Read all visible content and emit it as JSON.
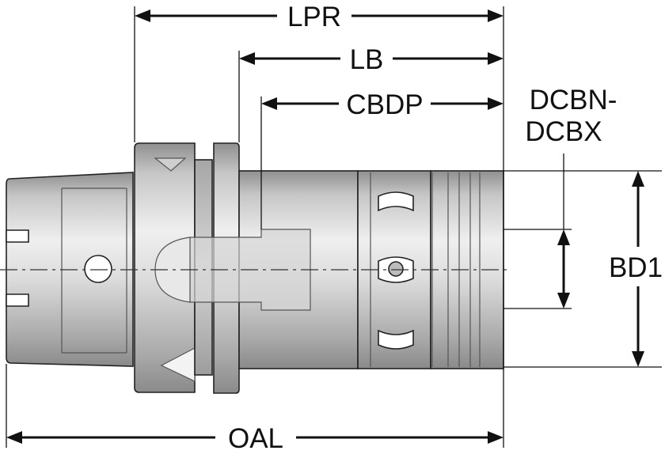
{
  "labels": {
    "lpr": "LPR",
    "lb": "LB",
    "cbdp": "CBDP",
    "dcbn_line1": "DCBN-",
    "dcbn_line2": "DCBX",
    "bd1": "BD1",
    "oal": "OAL"
  },
  "colors": {
    "body_dark": "#8f8f8f",
    "body_mid": "#c4c4c4",
    "body_light": "#eeeeee",
    "line": "#111111"
  }
}
